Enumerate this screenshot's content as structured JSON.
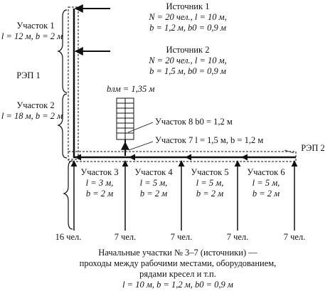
{
  "sources": {
    "s1": {
      "title": "Источник 1",
      "line1": "N = 20 чел., l = 10 м,",
      "line2": "b = 1,2 м, b0 = 0,9 м"
    },
    "s2": {
      "title": "Источник 2",
      "line1": "N = 20 чел., l = 10 м,",
      "line2": "b = 1,5 м, b0 = 0,9 м"
    }
  },
  "sections": {
    "u1": {
      "title": "Участок 1",
      "dims": "l = 12 м, b = 2 м"
    },
    "u2": {
      "title": "Участок 2",
      "dims": "l = 18 м, b = 2 м"
    },
    "u3": {
      "title": "Участок 3",
      "l": "l = 3 м,",
      "b": "b = 2 м"
    },
    "u4": {
      "title": "Участок 4",
      "l": "l = 5 м,",
      "b": "b = 2 м"
    },
    "u5": {
      "title": "Участок 5",
      "l": "l = 5 м,",
      "b": "b = 2 м"
    },
    "u6": {
      "title": "Участок 6",
      "l": "l = 5 м,",
      "b": "b = 2 м"
    },
    "u7": {
      "text": "Участок 7  l = 1,5 м, b = 1,2 м"
    },
    "u8": {
      "text": "Участок 8  b0 = 1,2 м"
    }
  },
  "stair_label": "bлм = 1,35 м",
  "rep1": "РЭП 1",
  "rep2": "РЭП 2",
  "people": [
    "16 чел.",
    "7 чел.",
    "7 чел.",
    "7 чел.",
    "7 чел."
  ],
  "caption": {
    "line1": "Начальные участки № 3–7 (источники) —",
    "line2": "проходы между рабочими местами, оборудованием,",
    "line3": "рядами кресел и т.п.",
    "line4": "l = 10 м, b = 1,2 м, b0 = 0,9 м"
  }
}
